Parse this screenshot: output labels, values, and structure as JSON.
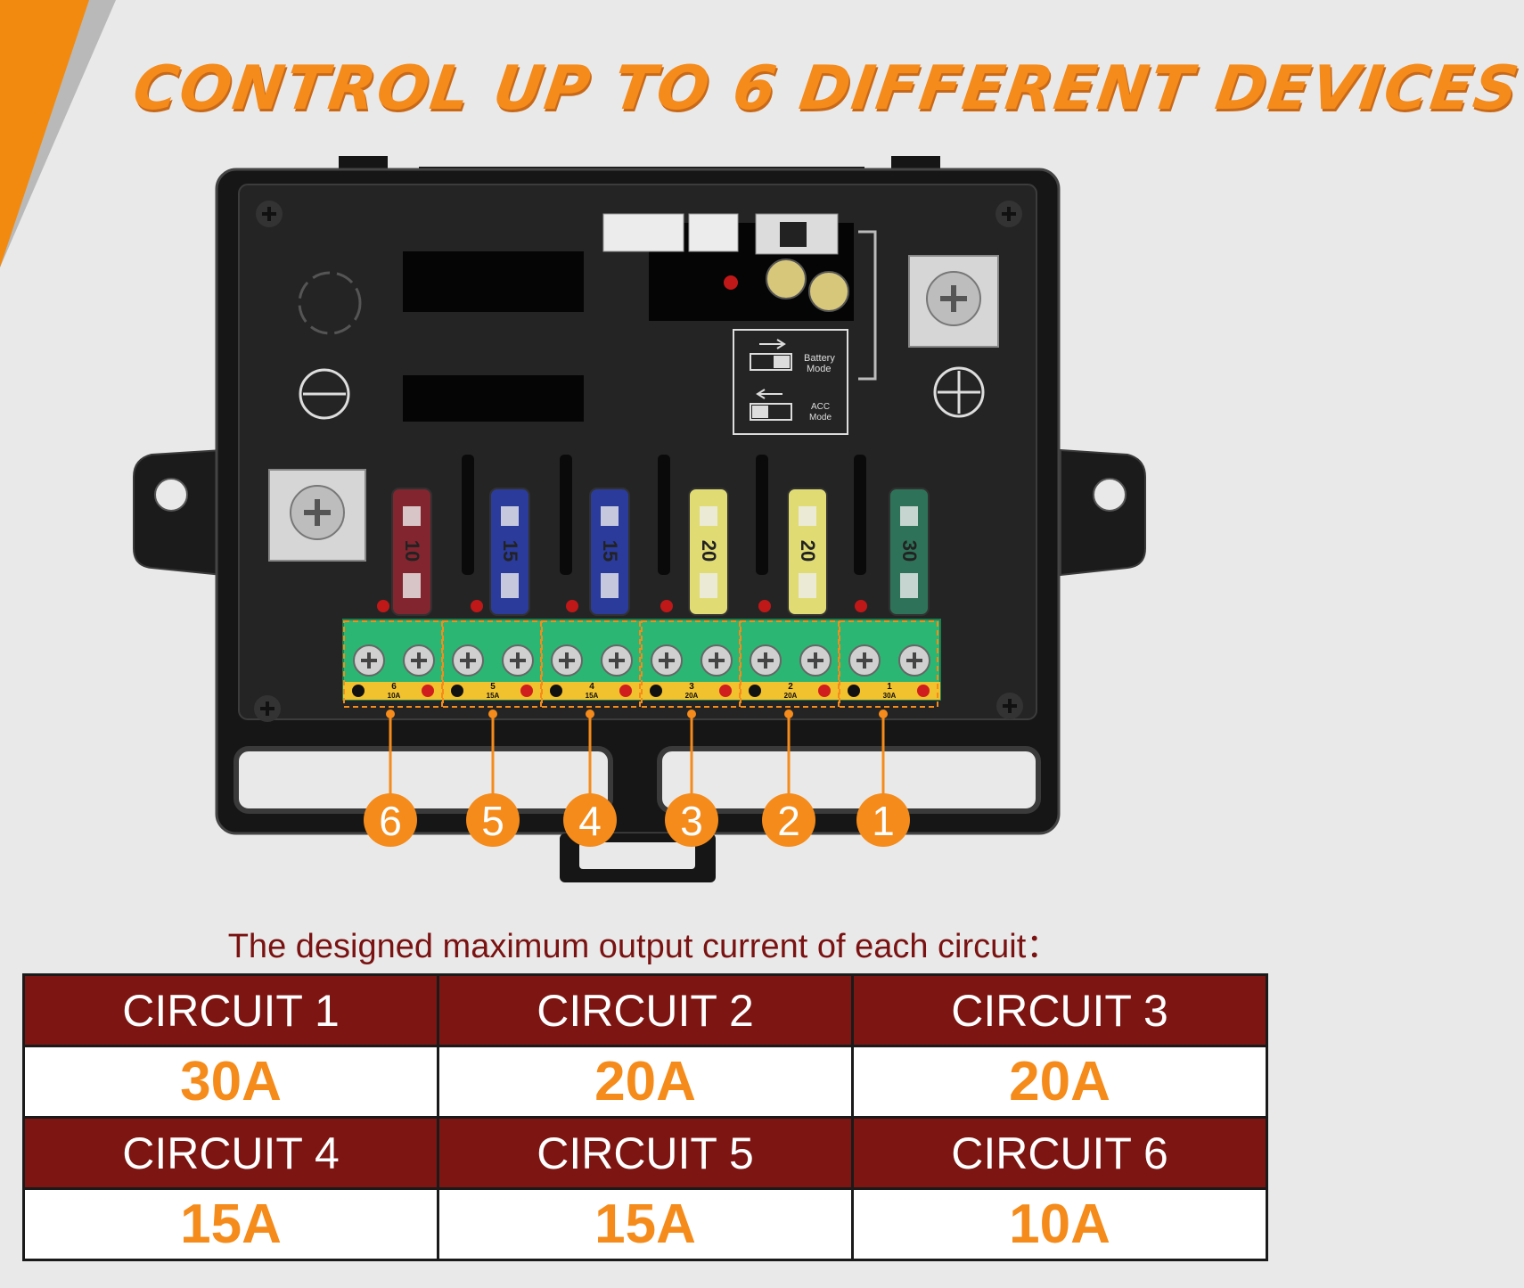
{
  "headline": "CONTROL UP TO 6 DIFFERENT DEVICES",
  "subtitle": "The designed maximum output current of each circuit：",
  "colors": {
    "accent": "#f58b1a",
    "table_header": "#7d1512",
    "device_body": "#1c1c1c",
    "terminal_green": "#2bb673"
  },
  "device": {
    "mode_labels": {
      "battery_1": "Battery",
      "battery_2": "Mode",
      "acc_1": "ACC",
      "acc_2": "Mode"
    },
    "fuses": [
      {
        "rating": "10",
        "color": "#8a2630"
      },
      {
        "rating": "15",
        "color": "#2b3ea6"
      },
      {
        "rating": "15",
        "color": "#2b3ea6"
      },
      {
        "rating": "20",
        "color": "#f1ec7a"
      },
      {
        "rating": "20",
        "color": "#f1ec7a"
      },
      {
        "rating": "30",
        "color": "#2f7a5e"
      }
    ],
    "terminal_labels": [
      {
        "num": "6",
        "amp": "10A"
      },
      {
        "num": "5",
        "amp": "15A"
      },
      {
        "num": "4",
        "amp": "15A"
      },
      {
        "num": "3",
        "amp": "20A"
      },
      {
        "num": "2",
        "amp": "20A"
      },
      {
        "num": "1",
        "amp": "30A"
      }
    ],
    "callouts": [
      "6",
      "5",
      "4",
      "3",
      "2",
      "1"
    ]
  },
  "table": {
    "rows": [
      {
        "labels": [
          "CIRCUIT 1",
          "CIRCUIT 2",
          "CIRCUIT 3"
        ],
        "values": [
          "30A",
          "20A",
          "20A"
        ]
      },
      {
        "labels": [
          "CIRCUIT 4",
          "CIRCUIT 5",
          "CIRCUIT 6"
        ],
        "values": [
          "15A",
          "15A",
          "10A"
        ]
      }
    ]
  }
}
